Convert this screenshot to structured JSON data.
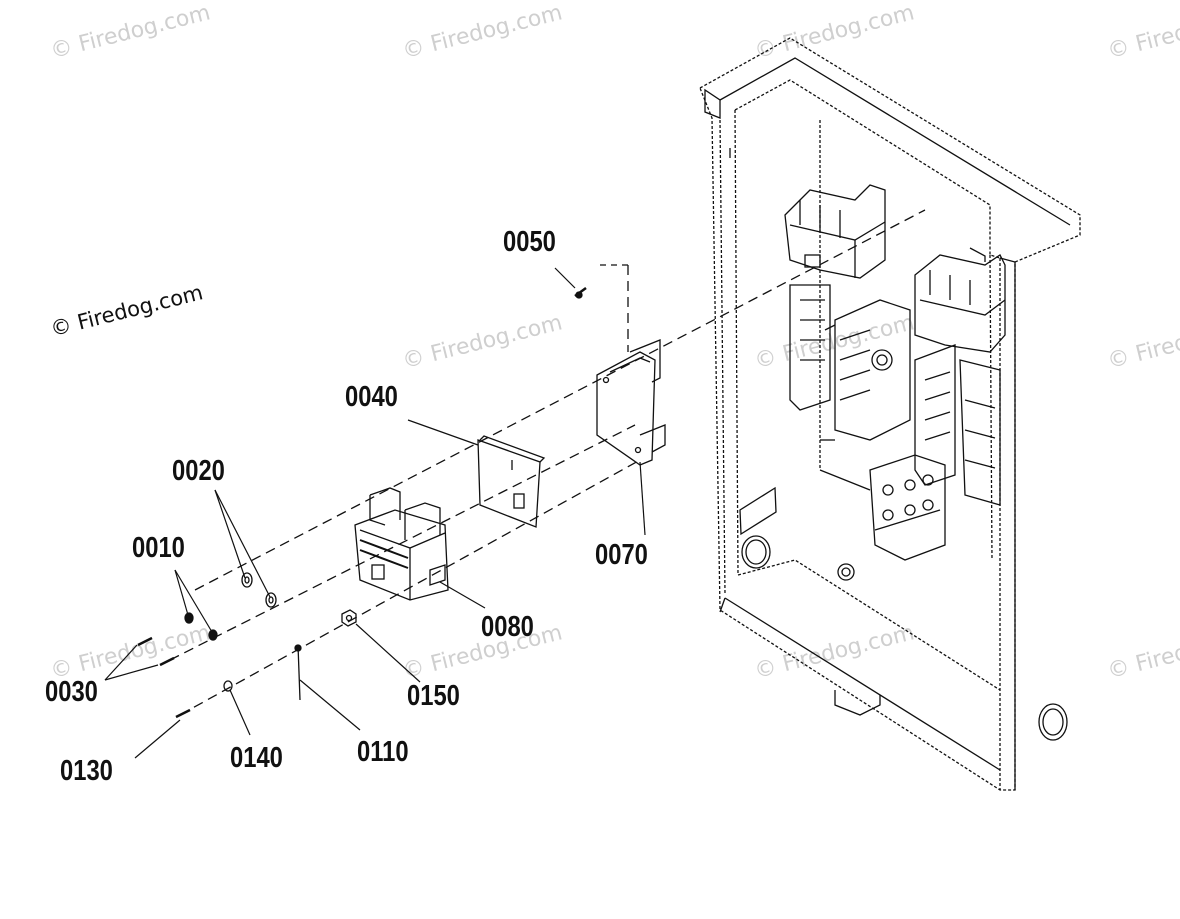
{
  "watermark": {
    "text": "© Firedog.com",
    "tiles": [
      "© Firedog.com",
      "© Firedog.com",
      "© Firedog.com",
      "© Firedog.com",
      "© Firedog.com",
      "© Firedog.com",
      "© Firedog.com",
      "© Firedog.com",
      "© Firedog.com",
      "© Firedog.com",
      "© Firedog.com"
    ],
    "main": "© Firedog.com"
  },
  "callouts": {
    "c0050": "0050",
    "c0040": "0040",
    "c0020": "0020",
    "c0010": "0010",
    "c0030": "0030",
    "c0070": "0070",
    "c0080": "0080",
    "c0150": "0150",
    "c0110": "0110",
    "c0130": "0130",
    "c0140": "0140"
  },
  "colors": {
    "line": "#111111",
    "watermark": "#cfcfcf",
    "background": "#ffffff"
  }
}
